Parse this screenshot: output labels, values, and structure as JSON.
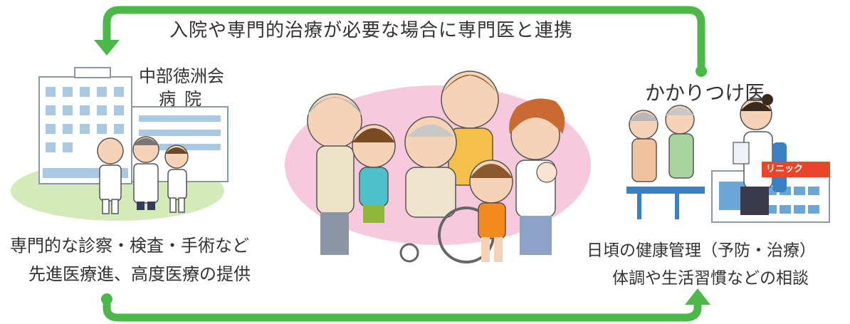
{
  "top_caption": "入院や専門的治療が必要な場合に専門医と連携",
  "hospital": {
    "name_line1": "中部徳洲会",
    "name_line2": "病院",
    "sign_text": "",
    "services_line1": "専門的な診察・検査・手術など",
    "services_line2": "先進医療進、高度医療の提供"
  },
  "clinic": {
    "title": "かかりつけ医",
    "sign_text": "リニック",
    "services_line1": "日頃の健康管理（予防・治療）",
    "services_line2": "体調や生活習慣などの相談"
  },
  "colors": {
    "arrow": "#4cb848",
    "family_bg": "#f7c9dc",
    "hospital_ground": "#c9e6a8",
    "text": "#333333",
    "clinic_sign": "#e8452a"
  },
  "icons": {
    "top_arrow": "arrow-left-curved",
    "bottom_arrow": "arrow-right-curved"
  }
}
